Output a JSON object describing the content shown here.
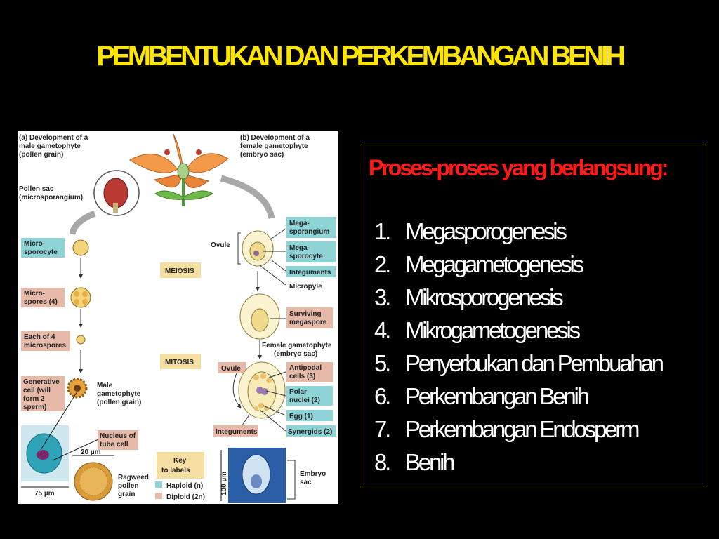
{
  "slide": {
    "title": "PEMBENTUKAN DAN PERKEMBANGAN BENIH",
    "box_title": "Proses-proses yang berlangsung:",
    "items": [
      {
        "num": "1.",
        "text": "Megasporogenesis"
      },
      {
        "num": "2.",
        "text": "Megagametogenesis"
      },
      {
        "num": "3.",
        "text": "Mikrosporogenesis"
      },
      {
        "num": "4.",
        "text": "Mikrogametogenesis"
      },
      {
        "num": "5.",
        "text": "Penyerbukan dan Pembuahan"
      },
      {
        "num": "6.",
        "text": "Perkembangan Benih"
      },
      {
        "num": "7.",
        "text": "Perkembangan Endosperm"
      },
      {
        "num": "8.",
        "text": "Benih"
      }
    ]
  },
  "figure": {
    "caption_a": [
      "(a) Development of a",
      "male gametophyte",
      "(pollen grain)"
    ],
    "caption_b": [
      "(b) Development of a",
      "female gametophyte",
      "(embryo sac)"
    ],
    "pollen_sac": [
      "Pollen sac",
      "(microsporangium)"
    ],
    "microsporocyte": [
      "Micro-",
      "sporocyte"
    ],
    "microspores": [
      "Micro-",
      "spores (4)"
    ],
    "each_of_4": [
      "Each of 4",
      "microspores"
    ],
    "generative": [
      "Generative",
      "cell (will",
      "form 2",
      "sperm)"
    ],
    "male_gam": [
      "Male",
      "gametophyte",
      "(pollen grain)"
    ],
    "nucleus_tube": [
      "Nucleus of",
      "tube cell"
    ],
    "meiosis": "MEIOSIS",
    "mitosis": "MITOSIS",
    "ovule": "Ovule",
    "megasporangium": [
      "Mega-",
      "sporangium"
    ],
    "megasporocyte": [
      "Mega-",
      "sporocyte"
    ],
    "integuments": "Integuments",
    "micropyle": "Micropyle",
    "surviving": [
      "Surviving",
      "megaspore"
    ],
    "female_gam": [
      "Female gametophyte",
      "(embryo sac)"
    ],
    "ovule2": "Ovule",
    "antipodal": [
      "Antipodal",
      "cells (3)"
    ],
    "polar": [
      "Polar",
      "nuclei (2)"
    ],
    "egg": "Egg (1)",
    "synergids": "Synergids (2)",
    "integuments2": "Integuments",
    "scale_20": "20 µm",
    "scale_75": "75 µm",
    "scale_100": "100 µm",
    "ragweed": [
      "Ragweed",
      "pollen",
      "grain"
    ],
    "key": [
      "Key",
      "to labels"
    ],
    "haploid": "Haploid (n)",
    "diploid": "Diploid (2n)",
    "embryo_sac": [
      "Embryo",
      "sac"
    ]
  },
  "colors": {
    "title": "#FFE600",
    "box_title": "#FF1A1A",
    "box_border": "#C9C36E",
    "haploid": "#8ED3D6",
    "diploid": "#E6B9A8",
    "stage_label": "#F5DFA3"
  }
}
